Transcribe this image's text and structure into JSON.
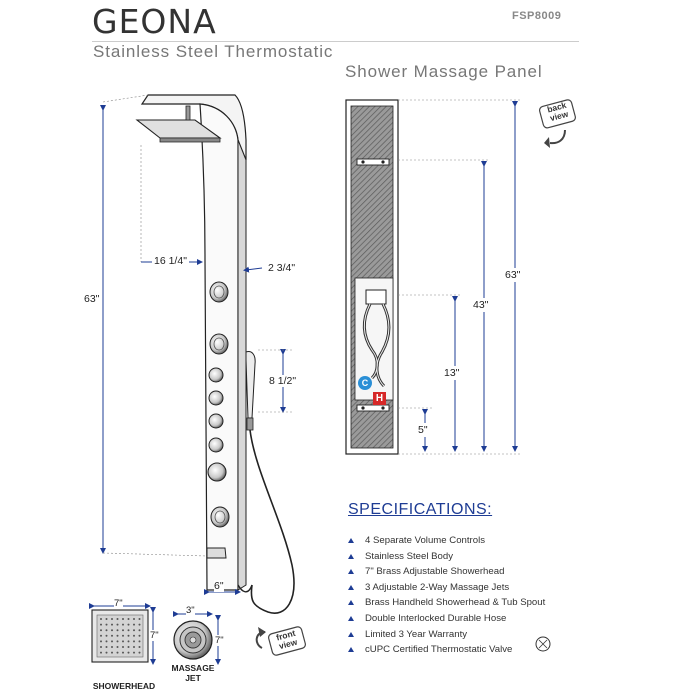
{
  "header": {
    "title": "GEONA",
    "model": "FSP8009",
    "subtitle_line1": "Stainless Steel Thermostatic",
    "subtitle_line2": "Shower Massage Panel"
  },
  "dimensions": {
    "front_height": "63\"",
    "width": "16 1/4\"",
    "depth": "2 3/4\"",
    "handheld_span": "8 1/2\"",
    "bottom_width": "6\"",
    "back_height": "63\"",
    "back_43": "43\"",
    "back_13": "13\"",
    "back_5": "5\""
  },
  "badges": {
    "back_view_line1": "back",
    "back_view_line2": "view",
    "front_view_line1": "front",
    "front_view_line2": "view"
  },
  "valve_labels": {
    "cold": "C",
    "hot": "H"
  },
  "details": {
    "showerhead_w": "7\"",
    "showerhead_h": "7\"",
    "jet_w": "3\"",
    "jet_h": "7\"",
    "showerhead_label": "SHOWERHEAD",
    "jet_label_line1": "MASSAGE",
    "jet_label_line2": "JET"
  },
  "specifications": {
    "title": "SPECIFICATIONS:",
    "items": [
      "4 Separate Volume Controls",
      "Stainless Steel Body",
      "7\" Brass Adjustable Showerhead",
      "3 Adjustable 2-Way Massage Jets",
      "Brass Handheld Showerhead & Tub Spout",
      "Double Interlocked Durable Hose",
      "Limited 3 Year Warranty",
      "cUPC Certified Thermostatic Valve"
    ]
  },
  "colors": {
    "dimension_line": "#1e3c94",
    "spec_title": "#1e3c94",
    "hot_badge": "#d62828",
    "cold_badge": "#2a8fd6",
    "outline": "#222222"
  }
}
